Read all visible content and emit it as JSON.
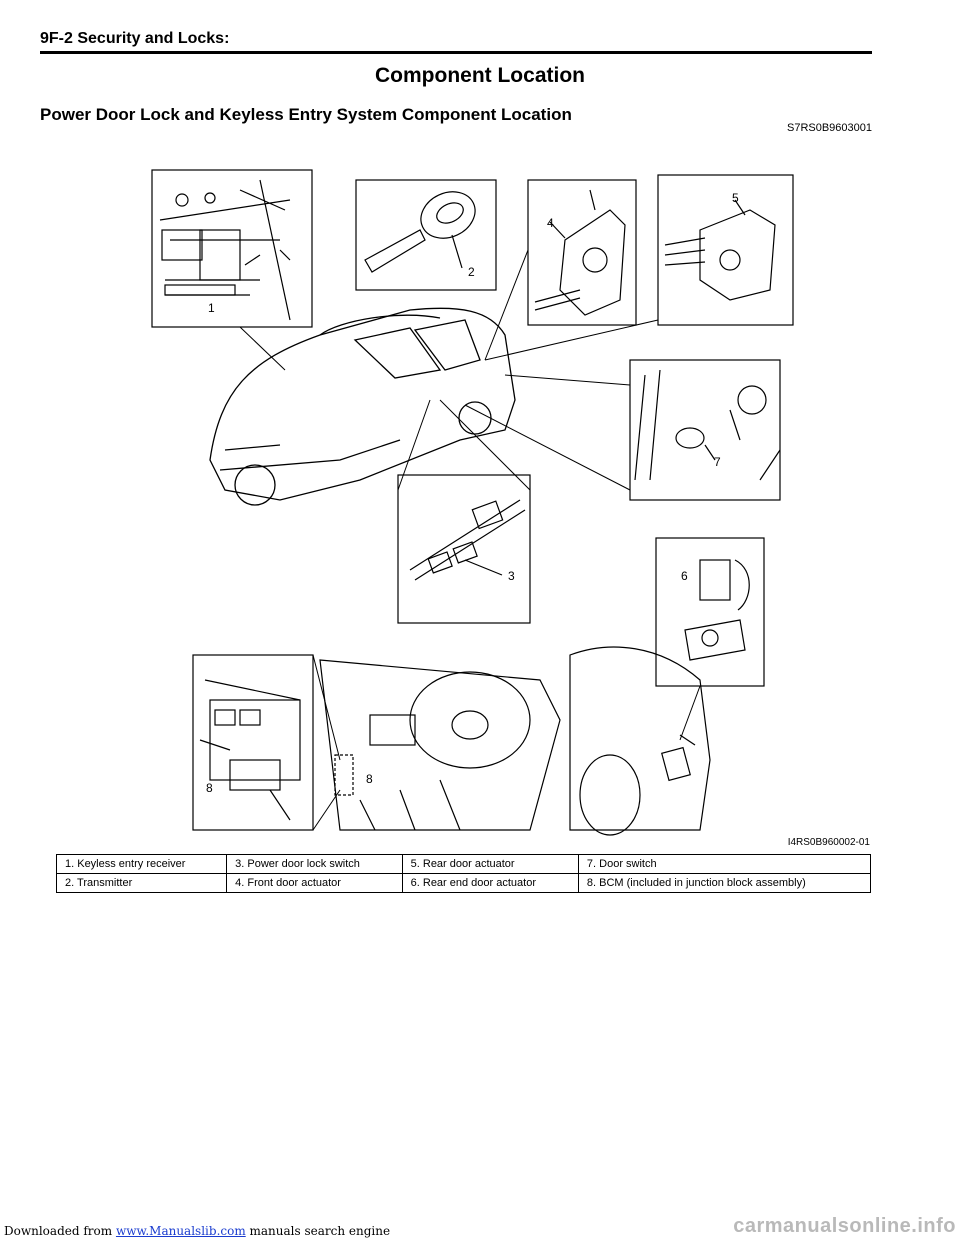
{
  "header": {
    "section": "9F-2   Security and Locks:"
  },
  "page_title": "Component Location",
  "section": {
    "title": "Power Door Lock and Keyless Entry System Component Location",
    "code": "S7RS0B9603001"
  },
  "figure": {
    "code": "I4RS0B960002-01",
    "callouts": [
      "1",
      "2",
      "3",
      "4",
      "5",
      "6",
      "7",
      "8",
      "8"
    ]
  },
  "legend": {
    "rows": [
      [
        "1.   Keyless entry receiver",
        "3.   Power door lock switch",
        "5.   Rear door actuator",
        "7.   Door switch"
      ],
      [
        "2.   Transmitter",
        "4.   Front door actuator",
        "6.   Rear end door actuator",
        "8.   BCM (included in junction block assembly)"
      ]
    ]
  },
  "footer": {
    "prefix": "Downloaded from",
    "link": "www.Manualslib.com",
    "suffix": "  manuals search engine",
    "watermark": "carmanualsonline.info"
  }
}
